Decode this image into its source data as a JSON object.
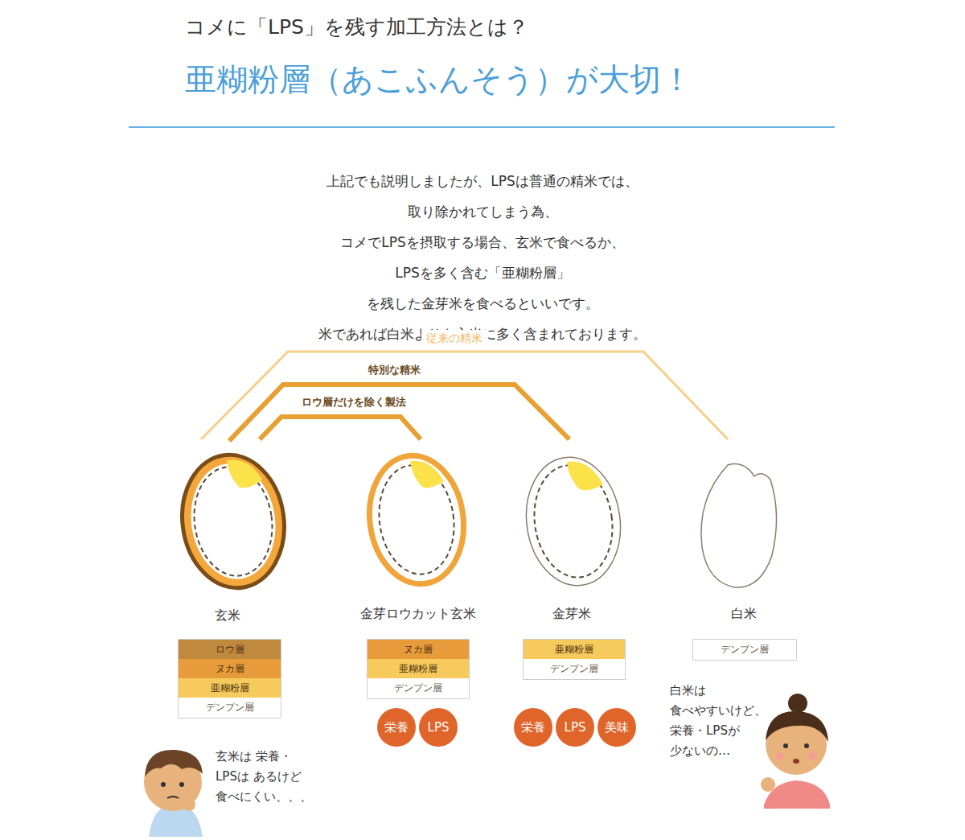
{
  "diagram": {
    "title": "亜糊粉層（あこふんそう）が大切！",
    "nodes": [
      {
        "text": [
          "ロウ層"
        ]
      },
      {
        "text": [
          "ヌカ層"
        ]
      },
      {
        "text": [
          "亜糊粉層"
        ]
      },
      {
        "text": [
          "デンプン層"
        ]
      },
      {
        "text": [
          "ヌカ層"
        ]
      },
      {
        "text": [
          "亜糊粉層"
        ]
      },
      {
        "text": [
          "デンプン層"
        ]
      },
      {
        "text": [
          "栄養"
        ]
      },
      {
        "text": [
          "LPS"
        ]
      },
      {
        "text": [
          "亜糊粉層"
        ]
      },
      {
        "text": [
          "デンプン層"
        ]
      },
      {
        "text": [
          "栄養"
        ]
      },
      {
        "text": [
          "LPS"
        ]
      },
      {
        "text": [
          "美味"
        ]
      },
      {
        "text": [
          "デンプン層"
        ]
      }
    ],
    "labels": [
      "コメに「LPS」を残す加工方法とは？",
      "上記でも説明しましたが、LPSは普通の精米では、取り除かれてしまう為、 コメでLPSを摂取する場合、玄米で食べるか、 LPSを多く含む「亜糊粉層」を残した金芽米を食べるといいです。 米であれば白米よりも玄米に多く含まれております。",
      "従来の精米",
      "特別な精米",
      "ロウ層だけを除く製法",
      "玄米",
      "金芽ロウカット玄米",
      "金芽米",
      "白米",
      "玄米は 栄養・LPSは あるけど 食べにくい、、、",
      "白米は 食べやすいけど、 栄養・LPSが 少ないの…"
    ]
  }
}
